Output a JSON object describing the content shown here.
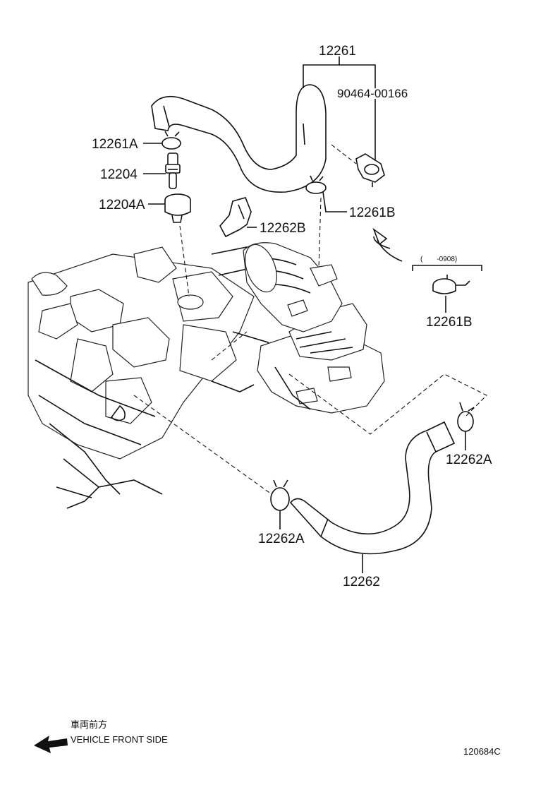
{
  "parts": {
    "p12261": "12261",
    "p90464": "90464-00166",
    "p12261a": "12261A",
    "p12204": "12204",
    "p12204a": "12204A",
    "p12262b": "12262B",
    "p12261b_main": "12261B",
    "p12261b_alt": "12261B",
    "p12262a_right": "12262A",
    "p12262a_left": "12262A",
    "p12262": "12262"
  },
  "variant_note": "(　　-0908)",
  "front": {
    "japanese": "車両前方",
    "english": "VEHICLE FRONT SIDE"
  },
  "diagram_id": "120684C"
}
